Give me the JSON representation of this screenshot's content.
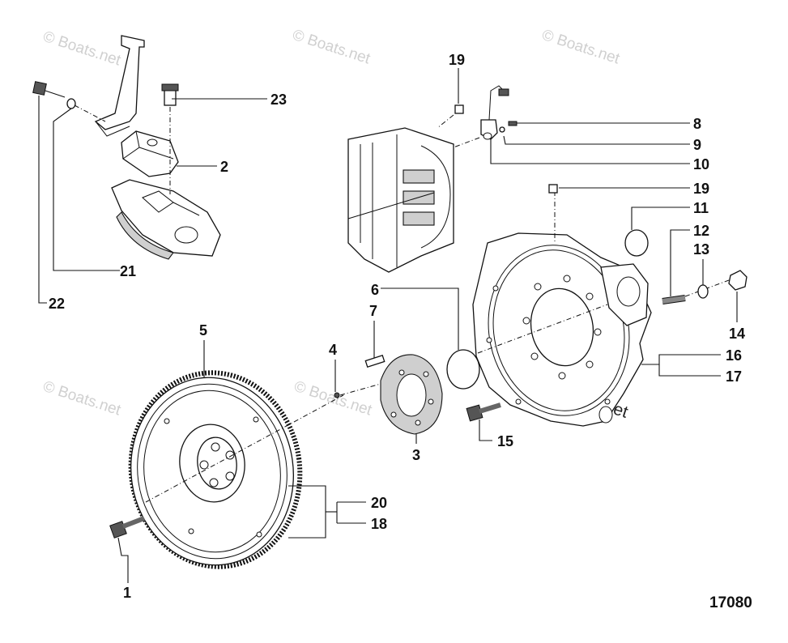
{
  "watermark": "© Boats.net",
  "figure_number": "17080",
  "callouts": {
    "c1": "1",
    "c2": "2",
    "c3": "3",
    "c4": "4",
    "c5": "5",
    "c6": "6",
    "c7": "7",
    "c8": "8",
    "c9": "9",
    "c10": "10",
    "c11": "11",
    "c12": "12",
    "c13": "13",
    "c14": "14",
    "c15": "15",
    "c16": "16",
    "c17": "17",
    "c18": "18",
    "c19a": "19",
    "c19b": "19",
    "c20": "20",
    "c21": "21",
    "c22": "22",
    "c23": "23"
  }
}
